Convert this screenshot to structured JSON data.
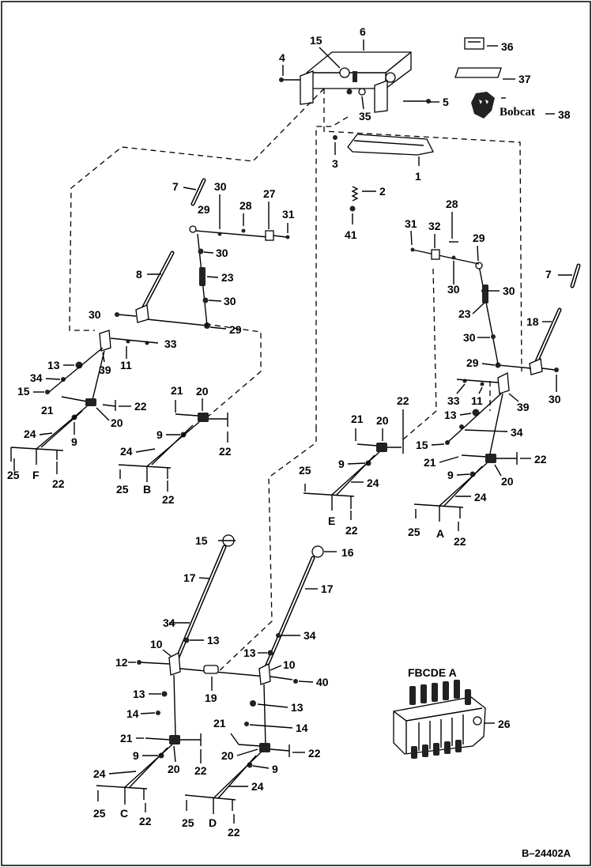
{
  "diagram": {
    "reference": "B–24402A",
    "brand_logo_text": "Bobcat",
    "part_callouts": {
      "p6": "6",
      "p15a": "15",
      "p4": "4",
      "p36": "36",
      "p37": "37",
      "p5": "5",
      "p35": "35",
      "p38": "38",
      "p3": "3",
      "p1": "1",
      "p2": "2",
      "p41": "41",
      "p7L": "7",
      "p30a": "30",
      "p29a": "29",
      "p28a": "28",
      "p27": "27",
      "p31a": "31",
      "p30b": "30",
      "p8": "8",
      "p23a": "23",
      "p30c": "30",
      "p30d": "30",
      "p29b": "29",
      "p33a": "33",
      "p13a": "13",
      "p11a": "11",
      "p39a": "39",
      "p34a": "34",
      "p15b": "15",
      "p21a": "21",
      "p22a": "22",
      "p20a": "20",
      "p9a": "9",
      "p24a": "24",
      "p25a": "25",
      "pF": "F",
      "p22b": "22",
      "p21b": "21",
      "p20b": "20",
      "p9b": "9",
      "p24b": "24",
      "p22c": "22",
      "p25b": "25",
      "pB": "B",
      "p22d": "22",
      "p31b": "31",
      "p28b": "28",
      "p32": "32",
      "p29c": "29",
      "p30e": "30",
      "p30f": "30",
      "p7R": "7",
      "p23b": "23",
      "p18": "18",
      "p30g": "30",
      "p29d": "29",
      "p30h": "30",
      "p33b": "33",
      "p11b": "11",
      "p39b": "39",
      "p13b": "13",
      "p34b": "34",
      "p15c": "15",
      "p21c": "21",
      "p22e": "22",
      "p9c": "9",
      "p20c": "20",
      "p24c": "24",
      "p25c": "25",
      "pA": "A",
      "p22f": "22",
      "p22g": "22",
      "p21d": "21",
      "p20d": "20",
      "p9d": "9",
      "p24d": "24",
      "p25d": "25",
      "pE": "E",
      "p22h": "22",
      "p15d": "15",
      "p16": "16",
      "p17a": "17",
      "p17b": "17",
      "p34c": "34",
      "p34d": "34",
      "p13c": "13",
      "p13d": "13",
      "p10a": "10",
      "p10b": "10",
      "p12": "12",
      "p40": "40",
      "p19": "19",
      "p13e": "13",
      "p13f": "13",
      "p14a": "14",
      "p14b": "14",
      "p21e": "21",
      "p21f": "21",
      "p9e": "9",
      "p9f": "9",
      "p20e": "20",
      "p20f": "20",
      "p22i": "22",
      "p22j": "22",
      "p24e": "24",
      "p24f": "24",
      "p25e": "25",
      "pC": "C",
      "p22k": "22",
      "p25f": "25",
      "pD": "D",
      "p22l": "22",
      "p26": "26",
      "valve_sections": "FBCDE A"
    }
  }
}
